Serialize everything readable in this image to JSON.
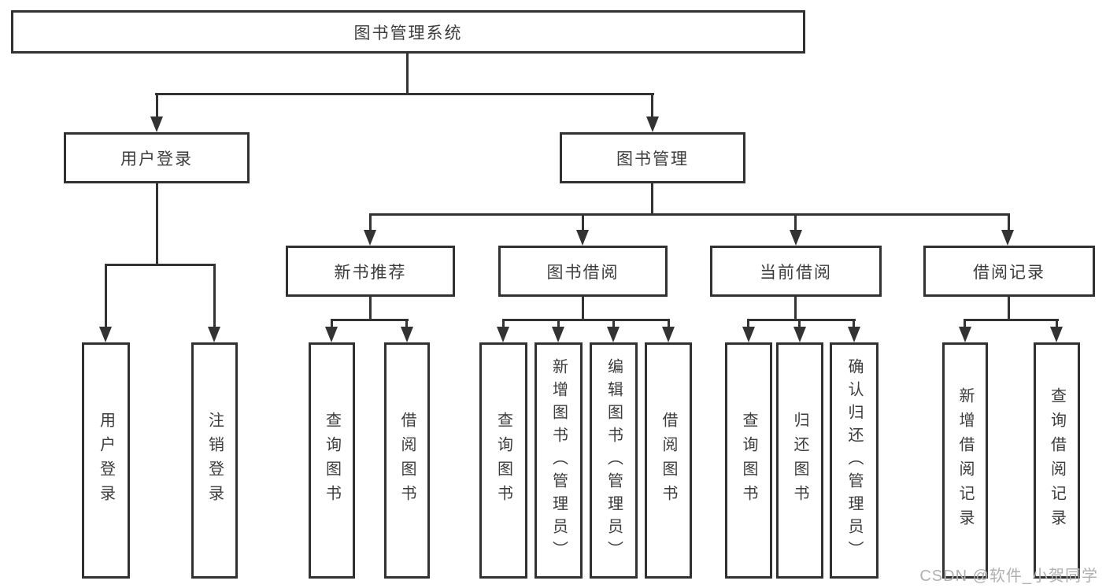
{
  "diagram": {
    "type": "tree-structure-diagram",
    "colors": {
      "background": "#ffffff",
      "box_border": "#313131",
      "connector_line": "#333333",
      "text": "#3c3c3c",
      "watermark": "#b0b0b0"
    }
  },
  "nodes": {
    "root": {
      "label": "图书管理系统"
    },
    "user_login": {
      "label": "用户登录"
    },
    "book_management": {
      "label": "图书管理"
    },
    "new_book_recommend": {
      "label": "新书推荐"
    },
    "book_borrow": {
      "label": "图书借阅"
    },
    "current_borrow": {
      "label": "当前借阅"
    },
    "borrow_records": {
      "label": "借阅记录"
    },
    "login_children": [
      {
        "label": "用户登录"
      },
      {
        "label": "注销登录"
      }
    ],
    "new_book_children": [
      {
        "label": "查询图书"
      },
      {
        "label": "借阅图书"
      }
    ],
    "book_borrow_children": [
      {
        "label": "查询图书"
      },
      {
        "label": "新增图书（管理员）"
      },
      {
        "label": "编辑图书（管理员）"
      },
      {
        "label": "借阅图书"
      }
    ],
    "current_borrow_children": [
      {
        "label": "查询图书"
      },
      {
        "label": "归还图书"
      },
      {
        "label": "确认归还（管理员）"
      }
    ],
    "records_children": [
      {
        "label": "新增借阅记录"
      },
      {
        "label": "查询借阅记录"
      }
    ]
  },
  "hierarchy": {
    "图书管理系统": [
      "用户登录",
      "图书管理"
    ],
    "用户登录": [
      "用户登录",
      "注销登录"
    ],
    "图书管理": [
      "新书推荐",
      "图书借阅",
      "当前借阅",
      "借阅记录"
    ],
    "新书推荐": [
      "查询图书",
      "借阅图书"
    ],
    "图书借阅": [
      "查询图书",
      "新增图书（管理员）",
      "编辑图书（管理员）",
      "借阅图书"
    ],
    "当前借阅": [
      "查询图书",
      "归还图书",
      "确认归还（管理员）"
    ],
    "借阅记录": [
      "新增借阅记录",
      "查询借阅记录"
    ]
  },
  "watermark": {
    "text": "CSDN @软件_小贺同学"
  }
}
